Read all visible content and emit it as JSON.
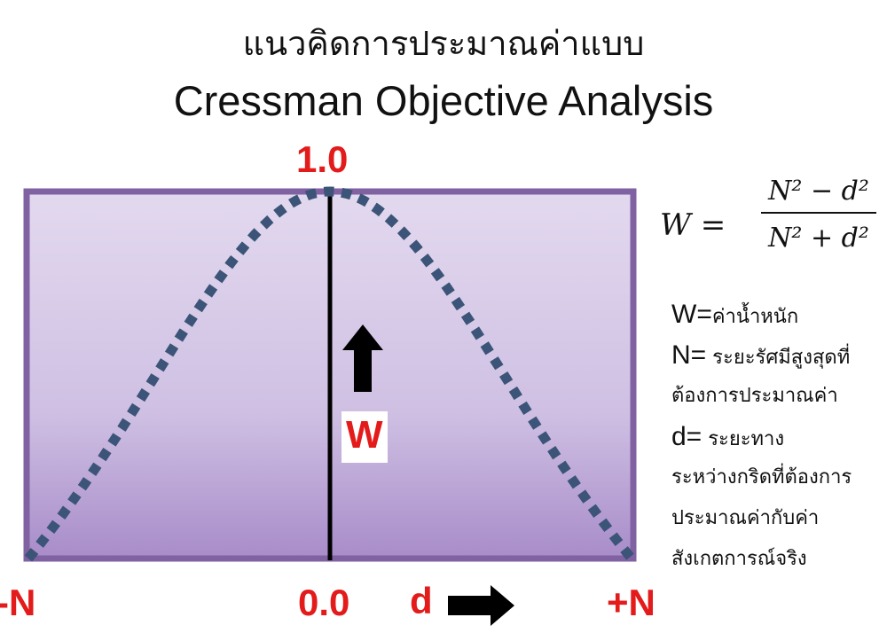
{
  "title": {
    "thai": "แนวคิดการประมาณค่าแบบ",
    "english": "Cressman Objective Analysis"
  },
  "diagram": {
    "peak_label": "1.0",
    "axis_left": "-N",
    "axis_center": "0.0",
    "axis_right": "+N",
    "axis_var": "d",
    "w_label": "W",
    "colors": {
      "box_fill": "#cfc0e3",
      "box_border": "#8061a1",
      "curve": "#3b5478",
      "label_red": "#e31b1b"
    }
  },
  "formula": {
    "lhs": "W =",
    "numerator": "N² − d²",
    "denominator": "N² + d²"
  },
  "legend": {
    "w_key": "W=",
    "w_text": "ค่าน้ำหนัก",
    "n_key": "N=",
    "n_text_1": " ระยะรัศมีสูงสุดที่",
    "n_text_2": "ต้องการประมาณค่า",
    "d_key": "d=",
    "d_text_1": " ระยะทาง",
    "d_text_2": "ระหว่างกริดที่ต้องการ",
    "d_text_3": "ประมาณค่ากับค่า",
    "d_text_4": "สังเกตการณ์จริง"
  }
}
